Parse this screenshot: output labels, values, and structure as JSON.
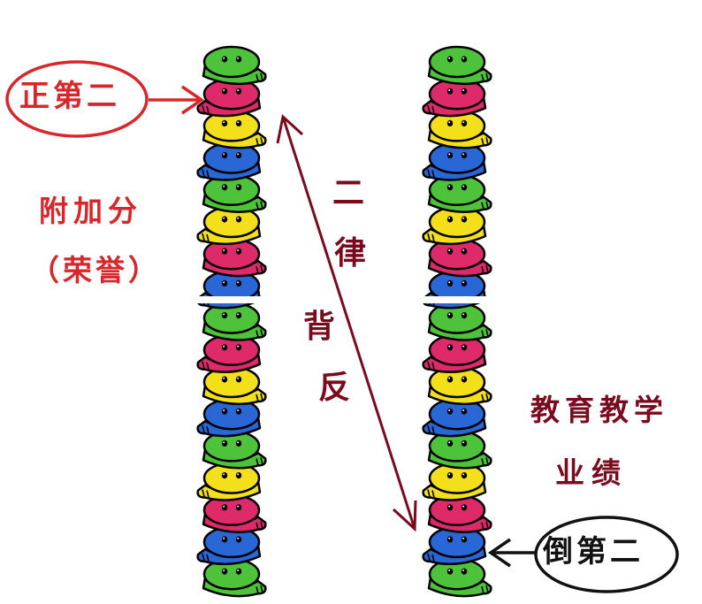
{
  "labels": {
    "first_from_front": "正第二",
    "first_from_back": "倒第二",
    "bonus_line1": "附加分",
    "bonus_line2": "（荣誉）",
    "teaching_line1": "教育教学",
    "teaching_line2": "业绩",
    "law_chars": [
      "二",
      "律",
      "背",
      "反"
    ]
  },
  "columns": [
    {
      "figures": [
        "green",
        "red",
        "yellow",
        "blue",
        "green",
        "yellow",
        "red",
        "blue",
        "green",
        "red",
        "yellow",
        "blue",
        "green",
        "yellow",
        "red",
        "blue",
        "green"
      ]
    },
    {
      "figures": [
        "green",
        "red",
        "yellow",
        "blue",
        "green",
        "yellow",
        "red",
        "blue",
        "green",
        "red",
        "yellow",
        "blue",
        "green",
        "yellow",
        "red",
        "blue",
        "green"
      ]
    }
  ],
  "colors": {
    "green": "#4fc23c",
    "red": "#de2a6b",
    "yellow": "#f3e01a",
    "blue": "#2a67d6",
    "red_label": "#d9262b",
    "dark_red": "#7a0b1e"
  }
}
